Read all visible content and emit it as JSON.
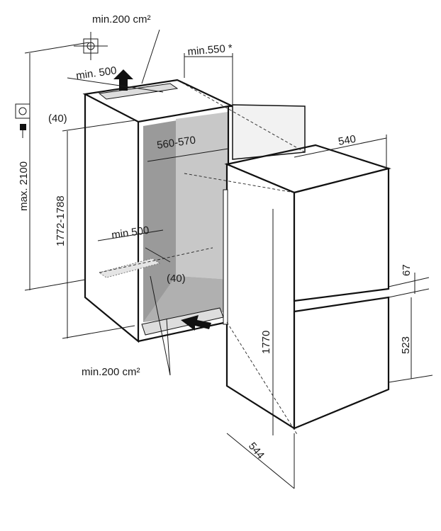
{
  "labels": {
    "vent_top_area": "min.200 cm²",
    "door_clearance": "min.550 *",
    "vent_top_depth": "min. 500",
    "top_gap": "(40)",
    "max_height": "max. 2100",
    "niche_height": "1772-1788",
    "niche_width": "560-570",
    "vent_bottom_depth": "min 500",
    "bottom_gap": "(40)",
    "vent_bottom_area": "min.200 cm²",
    "appliance_width": "540",
    "appliance_height": "1770",
    "gap_height": "67",
    "lower_door_height": "523",
    "appliance_depth": "544"
  },
  "colors": {
    "line": "#1a1a1a",
    "interior": "#9a9a9a",
    "back_wall": "#c8c8c8"
  }
}
